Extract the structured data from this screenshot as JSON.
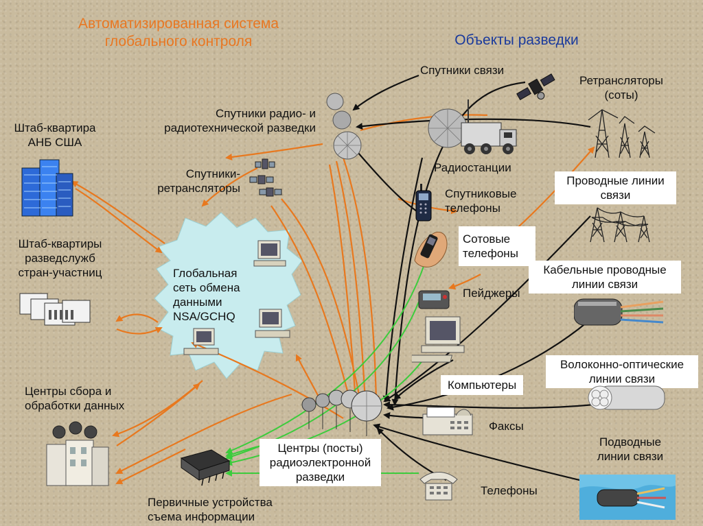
{
  "title": {
    "main": "Автоматизированная система\nглобального контроля",
    "objects": "Объекты разведки"
  },
  "left": {
    "nsa_hq": "Штаб-квартира\nАНБ США",
    "partner_hq": "Штаб-квартиры\nразведслужб\nстран-участниц",
    "processing_centers": "Центры сбора и\nобработки данных",
    "primary_devices": "Первичные устройства\nсъема информации"
  },
  "center": {
    "recon_sats": "Спутники радио- и\nрадиотехнической разведки",
    "relay_sats": "Спутники-\nретрансляторы",
    "network": "Глобальная\nсеть обмена\nданными\nNSA/GCHQ",
    "ew_centers": "Центры (посты)\nрадиоэлектронной\nразведки"
  },
  "objects": {
    "comm_sats": "Спутники связи",
    "cell_towers": "Ретрансляторы\n(соты)",
    "radio_stations": "Радиостанции",
    "sat_phones": "Спутниковые\nтелефоны",
    "wired_lines": "Проводные линии\nсвязи",
    "cell_phones": "Сотовые\nтелефоны",
    "cable_lines": "Кабельные проводные\nлинии связи",
    "pagers": "Пейджеры",
    "fiber_lines": "Волоконно-оптические\nлинии связи",
    "computers": "Компьютеры",
    "faxes": "Факсы",
    "undersea_lines": "Подводные\nлинии связи",
    "telephones": "Телефоны"
  },
  "colors": {
    "title": "#e87722",
    "objects_title": "#1a3a9c",
    "orange_arrow": "#e8781e",
    "black_arrow": "#111111",
    "green_arrow": "#3ccc3c",
    "network_fill": "#c8ecee"
  },
  "icons": [
    "building-icon",
    "offices-icon",
    "satellite-dish-icon",
    "relay-satellite-icon",
    "comm-satellite-icon",
    "radio-truck-icon",
    "cell-tower-icon",
    "power-line-icon",
    "sat-phone-icon",
    "cell-phone-icon",
    "pager-icon",
    "computer-icon",
    "fax-icon",
    "telephone-icon",
    "cable-icon",
    "fiber-icon",
    "undersea-cable-icon",
    "processing-center-icon",
    "antenna-array-icon",
    "recorder-device-icon"
  ]
}
